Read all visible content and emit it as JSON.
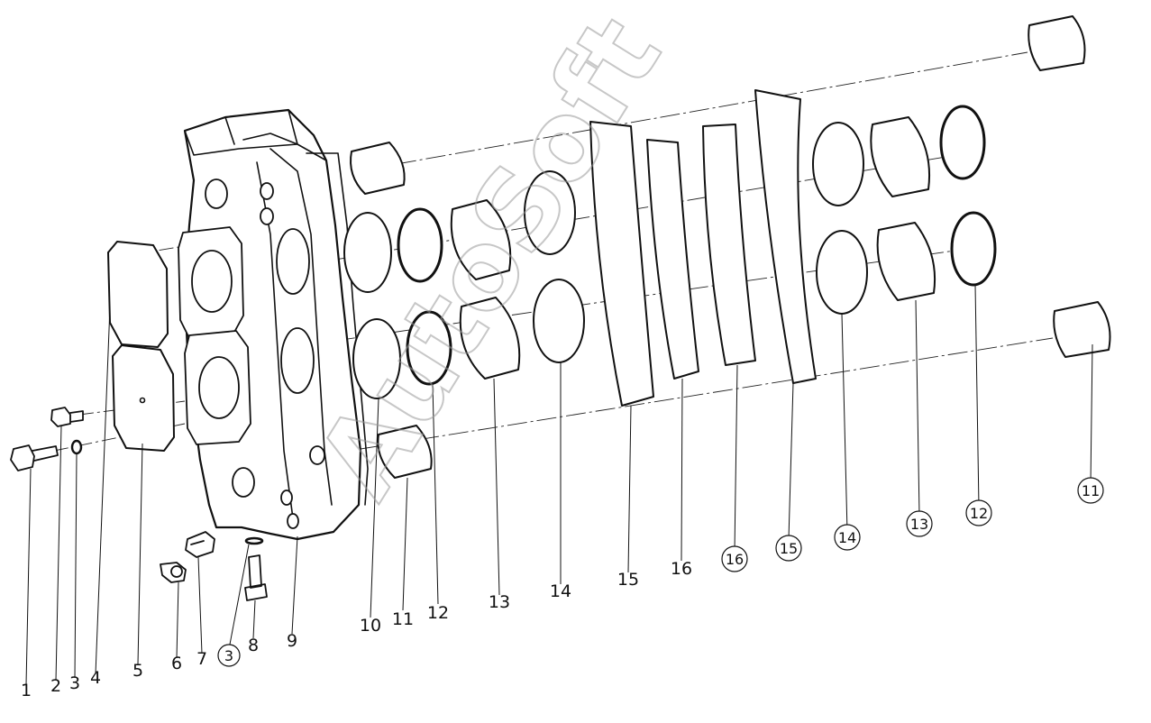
{
  "watermark": "AutoSoft",
  "callouts": [
    {
      "label": "1",
      "circled": false
    },
    {
      "label": "2",
      "circled": false
    },
    {
      "label": "3",
      "circled": false
    },
    {
      "label": "4",
      "circled": false
    },
    {
      "label": "5",
      "circled": false
    },
    {
      "label": "6",
      "circled": false
    },
    {
      "label": "7",
      "circled": false
    },
    {
      "label": "3",
      "circled": true
    },
    {
      "label": "8",
      "circled": false
    },
    {
      "label": "9",
      "circled": false
    },
    {
      "label": "10",
      "circled": false
    },
    {
      "label": "11",
      "circled": false
    },
    {
      "label": "12",
      "circled": false
    },
    {
      "label": "13",
      "circled": false
    },
    {
      "label": "14",
      "circled": false
    },
    {
      "label": "15",
      "circled": false
    },
    {
      "label": "16",
      "circled": false
    },
    {
      "label": "16",
      "circled": true
    },
    {
      "label": "15",
      "circled": true
    },
    {
      "label": "14",
      "circled": true
    },
    {
      "label": "13",
      "circled": true
    },
    {
      "label": "12",
      "circled": true
    },
    {
      "label": "11",
      "circled": true
    }
  ]
}
